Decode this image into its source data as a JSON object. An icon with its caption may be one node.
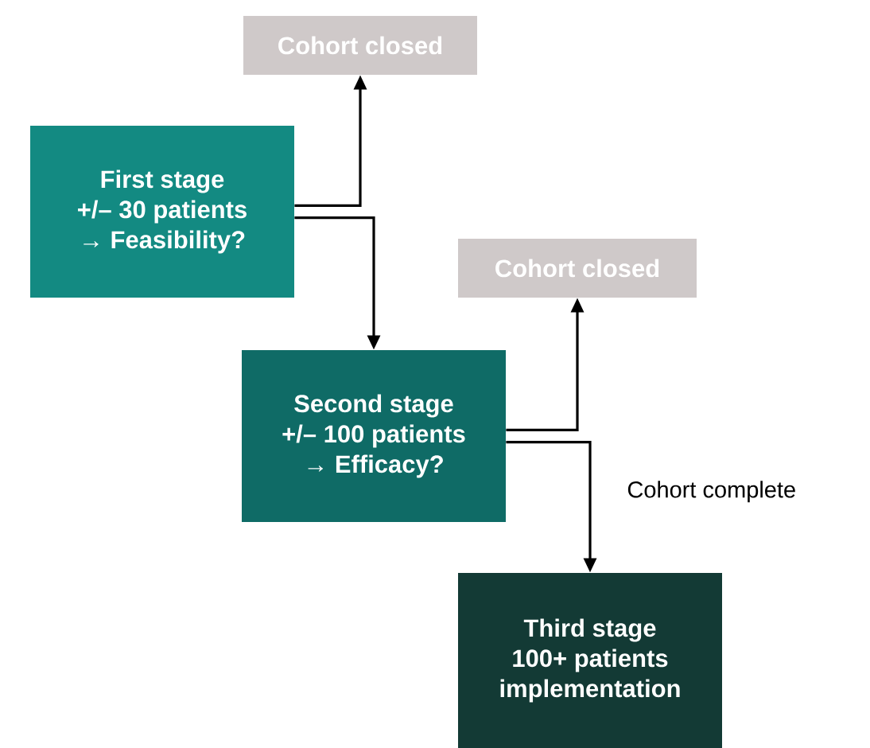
{
  "diagram": {
    "nodes": [
      {
        "text": [
          "Cohort closed"
        ]
      },
      {
        "text": [
          "First stage",
          "+/– 30 patients",
          "→ Feasibility?"
        ]
      },
      {
        "text": [
          "Cohort closed"
        ]
      },
      {
        "text": [
          "Second stage",
          "+/– 100 patients",
          "→ Efficacy?"
        ]
      },
      {
        "text": [
          "Third stage",
          "100+ patients",
          "implementation"
        ]
      }
    ],
    "edges": [
      {
        "from": 1,
        "to": 0,
        "arrow": "to"
      },
      {
        "from": 1,
        "to": 3,
        "arrow": "to"
      },
      {
        "from": 3,
        "to": 2,
        "arrow": "to"
      },
      {
        "from": 3,
        "to": 4,
        "arrow": "to",
        "label": "Cohort complete"
      }
    ]
  }
}
